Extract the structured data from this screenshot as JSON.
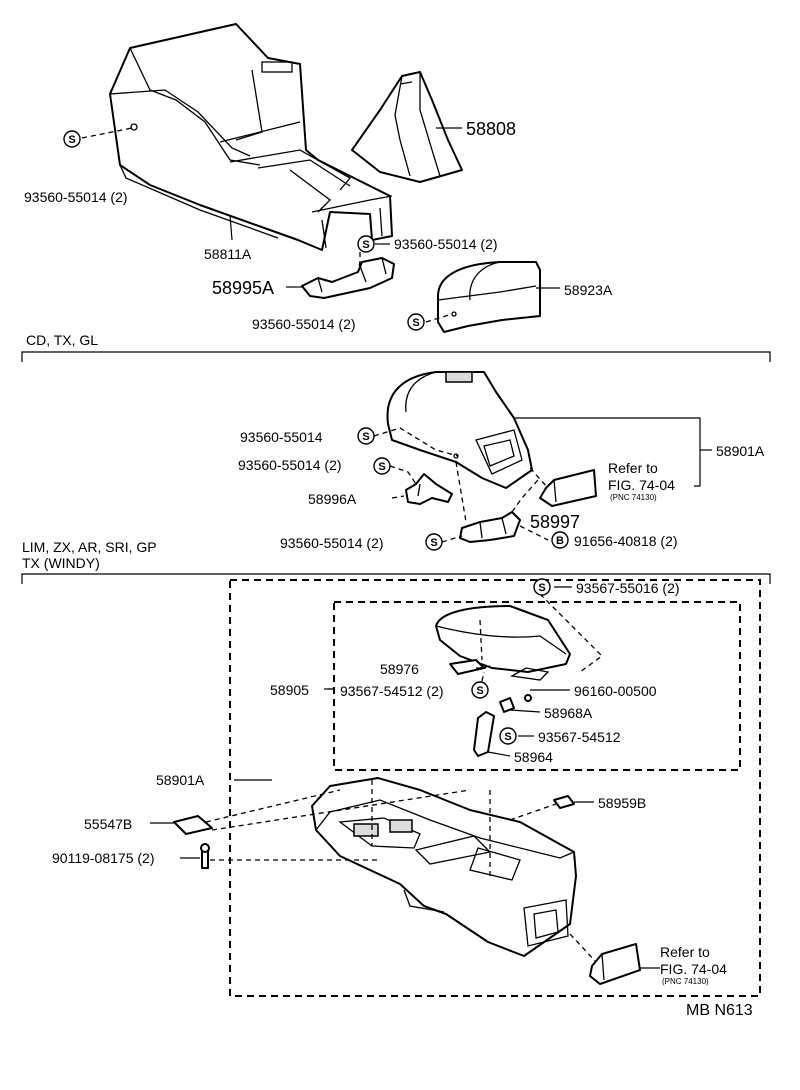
{
  "sections": {
    "first": "CD, TX, GL",
    "second_line1": "LIM, ZX, AR, SRI, GP",
    "second_line2": "TX (WINDY)"
  },
  "symbols": {
    "screw": "S",
    "bolt": "B"
  },
  "parts": {
    "p58808": "58808",
    "p58811A": "58811A",
    "p93560_a": "93560-55014 (2)",
    "p93560_b": "93560-55014 (2)",
    "p58995A": "58995A",
    "p58923A": "58923A",
    "p93560_c": "93560-55014 (2)",
    "p93560_d": "93560-55014",
    "p93560_e": "93560-55014 (2)",
    "p58996A": "58996A",
    "p58901A_top": "58901A",
    "p58997": "58997",
    "p93560_f": "93560-55014 (2)",
    "p91656": "91656-40818 (2)",
    "p93567_55016": "93567-55016 (2)",
    "p58976": "58976",
    "p58905": "58905",
    "p93567_54512_2": "93567-54512 (2)",
    "p96160": "96160-00500",
    "p58968A": "58968A",
    "p93567_54512": "93567-54512",
    "p58964": "58964",
    "p58901A_bottom": "58901A",
    "p55547B": "55547B",
    "p58959B": "58959B",
    "p90119": "90119-08175 (2)"
  },
  "refs": {
    "top": {
      "line1": "Refer to",
      "line2": "FIG. 74-04",
      "pnc": "(PNC 74130)"
    },
    "bottom": {
      "line1": "Refer to",
      "line2": "FIG. 74-04",
      "pnc": "(PNC 74130)"
    }
  },
  "code": "MB N613"
}
